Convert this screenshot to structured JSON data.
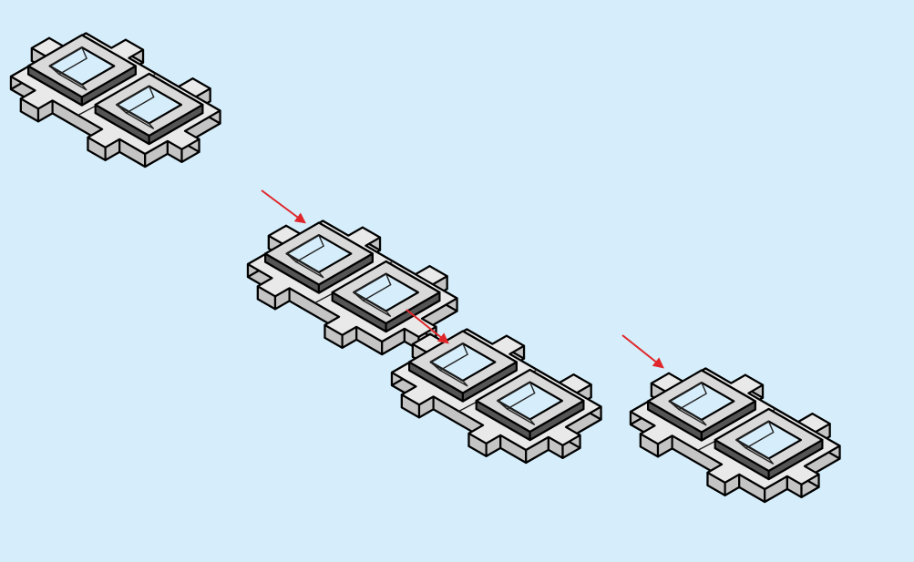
{
  "diagram": {
    "background": "#d6eefb",
    "tile_top_color": "#e9e9e9",
    "tile_side_color": "#c4c4c4",
    "frame_top_color": "#d9d9d9",
    "frame_wall_color": "#555555",
    "hole_color": "#d6eefb",
    "arrow_color": "#e0262a",
    "pieces": [
      {
        "id": "piece-1",
        "frames": 2
      },
      {
        "id": "piece-2",
        "frames": 2
      },
      {
        "id": "piece-3",
        "frames": 2
      },
      {
        "id": "piece-4",
        "frames": 2
      }
    ],
    "arrows": [
      {
        "from": "piece-1",
        "to": "piece-2"
      },
      {
        "from": "piece-2",
        "to": "piece-3"
      },
      {
        "from": "piece-3",
        "to": "piece-4"
      }
    ]
  }
}
